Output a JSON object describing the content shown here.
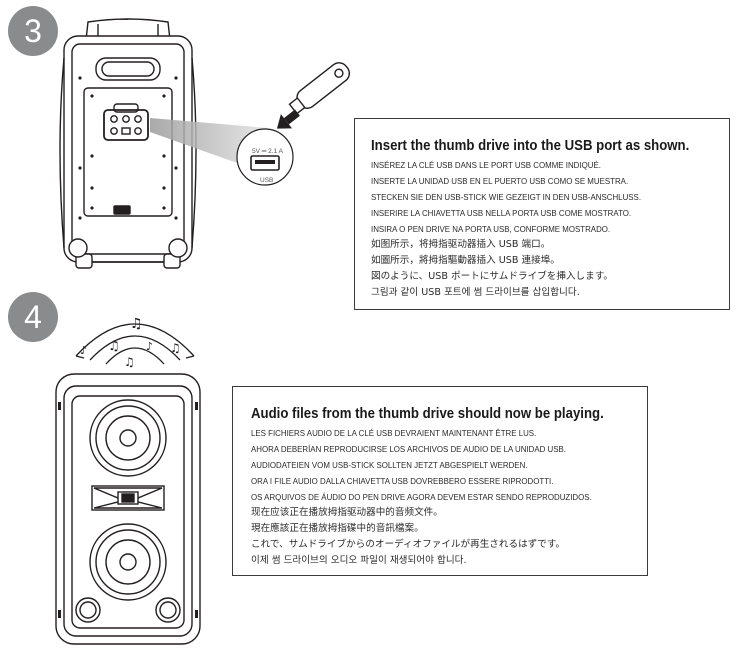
{
  "steps": [
    {
      "number": "3",
      "heading": "Insert the thumb drive into the USB port as shown.",
      "translations": [
        "INSÉREZ LA CLÉ USB DANS LE PORT USB COMME INDIQUÉ.",
        "INSERTE LA UNIDAD USB EN EL PUERTO USB COMO SE MUESTRA.",
        "STECKEN SIE DEN USB-STICK WIE GEZEIGT IN DEN USB-ANSCHLUSS.",
        "INSERIRE LA CHIAVETTA USB NELLA PORTA USB COME MOSTRATO.",
        "INSIRA O PEN DRIVE NA PORTA USB, CONFORME MOSTRADO.",
        "如图所示，将拇指驱动器插入 USB 端口。",
        "如圖所示，將拇指驅動器插入 USB 連接埠。",
        "図のように、USB ポートにサムドライブを挿入します。",
        "그림과 같이 USB 포트에 썸 드라이브를 삽입합니다."
      ],
      "port_label_power": "5V ═ 2.1 A",
      "port_label_usb": "USB"
    },
    {
      "number": "4",
      "heading": "Audio files from the thumb drive should now be playing.",
      "translations": [
        "LES FICHIERS AUDIO DE LA CLÉ USB DEVRAIENT MAINTENANT ÊTRE LUS.",
        "AHORA DEBERÍAN REPRODUCIRSE LOS ARCHIVOS DE AUDIO DE LA UNIDAD USB.",
        "AUDIODATEIEN VOM USB-STICK SOLLTEN JETZT ABGESPIELT WERDEN.",
        "ORA I FILE AUDIO DALLA CHIAVETTA USB DOVREBBERO ESSERE RIPRODOTTI.",
        "OS ARQUIVOS DE ÁUDIO DO PEN DRIVE AGORA DEVEM ESTAR SENDO REPRODUZIDOS.",
        "现在应该正在播放拇指驱动器中的音频文件。",
        "現在應該正在播放拇指碟中的音訊檔案。",
        "これで、サムドライブからのオーディオファイルが再生されるはずです。",
        "이제 썸 드라이브의 오디오 파일이 재생되어야 합니다."
      ]
    }
  ],
  "colors": {
    "badge": "#8a8b8c",
    "line": "#231f20",
    "border": "#3b3b3b"
  },
  "icons": [
    "music-note-icon",
    "usb-thumb-drive-icon",
    "usb-port-icon"
  ]
}
